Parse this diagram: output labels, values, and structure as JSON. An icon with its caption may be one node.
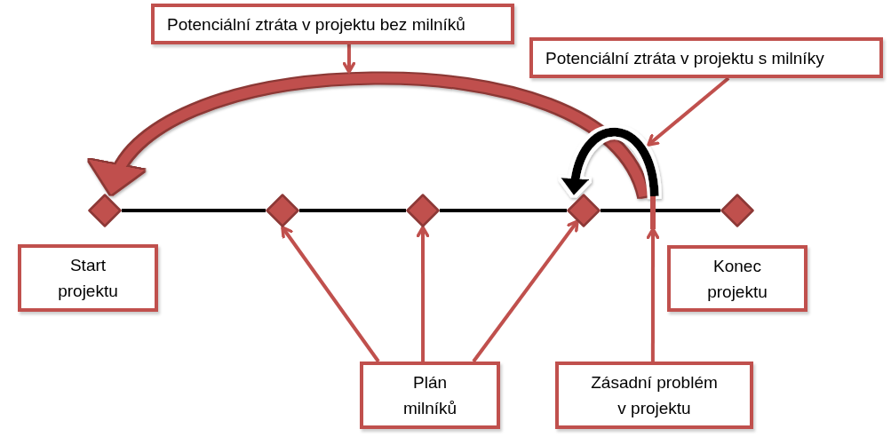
{
  "diagram": {
    "nodes": [
      {
        "text": [
          "Potenciální ztráta v projektu bez milníků"
        ]
      },
      {
        "text": [
          "Potenciální ztráta v projektu s milníky"
        ]
      },
      {
        "text": [],
        "shape": "diamond"
      },
      {
        "text": [],
        "shape": "diamond"
      },
      {
        "text": [],
        "shape": "diamond"
      },
      {
        "text": [],
        "shape": "diamond"
      },
      {
        "text": [],
        "shape": "diamond"
      },
      {
        "text": [],
        "shape": "bar"
      },
      {
        "text": [
          "Start projektu"
        ]
      },
      {
        "text": [
          "Konec projektu"
        ]
      },
      {
        "text": [
          "Plán milníků"
        ]
      },
      {
        "text": [
          "Zásadní problém v projektu"
        ]
      }
    ],
    "edges": [
      {
        "from": 2,
        "to": 3,
        "arrow": "none",
        "color": "#000000"
      },
      {
        "from": 3,
        "to": 4,
        "arrow": "none",
        "color": "#000000"
      },
      {
        "from": 4,
        "to": 5,
        "arrow": "none",
        "color": "#000000"
      },
      {
        "from": 5,
        "to": 6,
        "arrow": "none",
        "color": "#000000"
      },
      {
        "from": 7,
        "to": 2,
        "arrow": "to",
        "style": "thick"
      },
      {
        "from": 7,
        "to": 5,
        "arrow": "to",
        "style": "thick",
        "color": "#000000"
      },
      {
        "from": 0,
        "to": null,
        "arrow": "to"
      },
      {
        "from": 1,
        "to": null,
        "arrow": "to"
      },
      {
        "from": 10,
        "to": 3,
        "arrow": "to"
      },
      {
        "from": 10,
        "to": 4,
        "arrow": "to"
      },
      {
        "from": 10,
        "to": 5,
        "arrow": "to"
      },
      {
        "from": 11,
        "to": 7,
        "arrow": "to"
      }
    ]
  }
}
